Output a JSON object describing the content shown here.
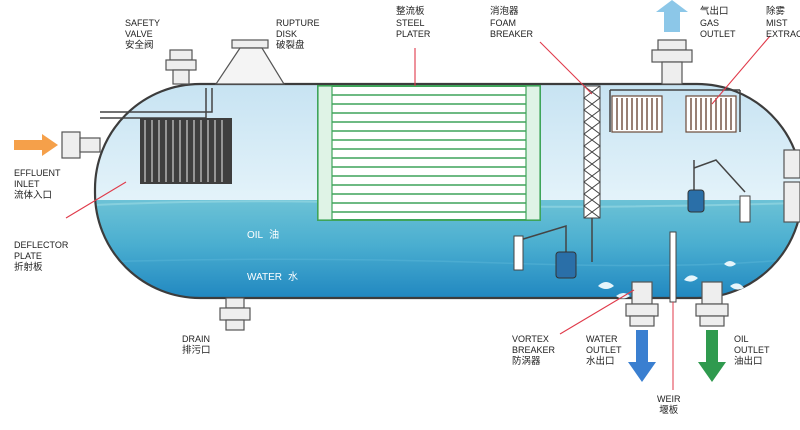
{
  "labels": {
    "safety_valve": {
      "en1": "SAFETY",
      "en2": "VALVE",
      "cn": "安全阀"
    },
    "rupture_disk": {
      "en1": "RUPTURE",
      "en2": "DISK",
      "cn": "破裂盘"
    },
    "steel_plater": {
      "cn": "整流板",
      "en1": "STEEL",
      "en2": "PLATER"
    },
    "foam_breaker": {
      "cn": "消泡器",
      "en1": "FOAM",
      "en2": "BREAKER"
    },
    "gas_outlet": {
      "cn": "气出口",
      "en1": "GAS",
      "en2": "OUTLET"
    },
    "mist_extractor": {
      "cn": "除雾",
      "en1": "MIST",
      "en2": "EXTRAC"
    },
    "effluent_inlet": {
      "en1": "EFFLUENT",
      "en2": "INLET",
      "cn": "流体入口"
    },
    "deflector_plate": {
      "en1": "DEFLECTOR",
      "en2": "PLATE",
      "cn": "折射板"
    },
    "oil_zone": {
      "en": "OIL",
      "cn": "油"
    },
    "water_zone": {
      "en": "WATER",
      "cn": "水"
    },
    "drain": {
      "en": "DRAIN",
      "cn": "排污口"
    },
    "vortex_breaker": {
      "en1": "VORTEX",
      "en2": "BREAKER",
      "cn": "防涡器"
    },
    "water_outlet": {
      "en1": "WATER",
      "en2": "OUTLET",
      "cn": "水出口"
    },
    "weir": {
      "en": "WEIR",
      "cn": "堰板"
    },
    "oil_outlet": {
      "en1": "OIL",
      "en2": "OUTLET",
      "cn": "油出口"
    }
  },
  "colors": {
    "gas_space": "#d6ecf7",
    "oil_layer": "#5fb8cf",
    "water_layer": "#2b95c8",
    "vessel_outline": "#444444",
    "inlet_arrow": "#f5a04a",
    "gas_arrow": "#8cc7e8",
    "water_arrow": "#3a7fd0",
    "oil_arrow": "#2f9a4e",
    "leader_line": "#e03a4a"
  }
}
